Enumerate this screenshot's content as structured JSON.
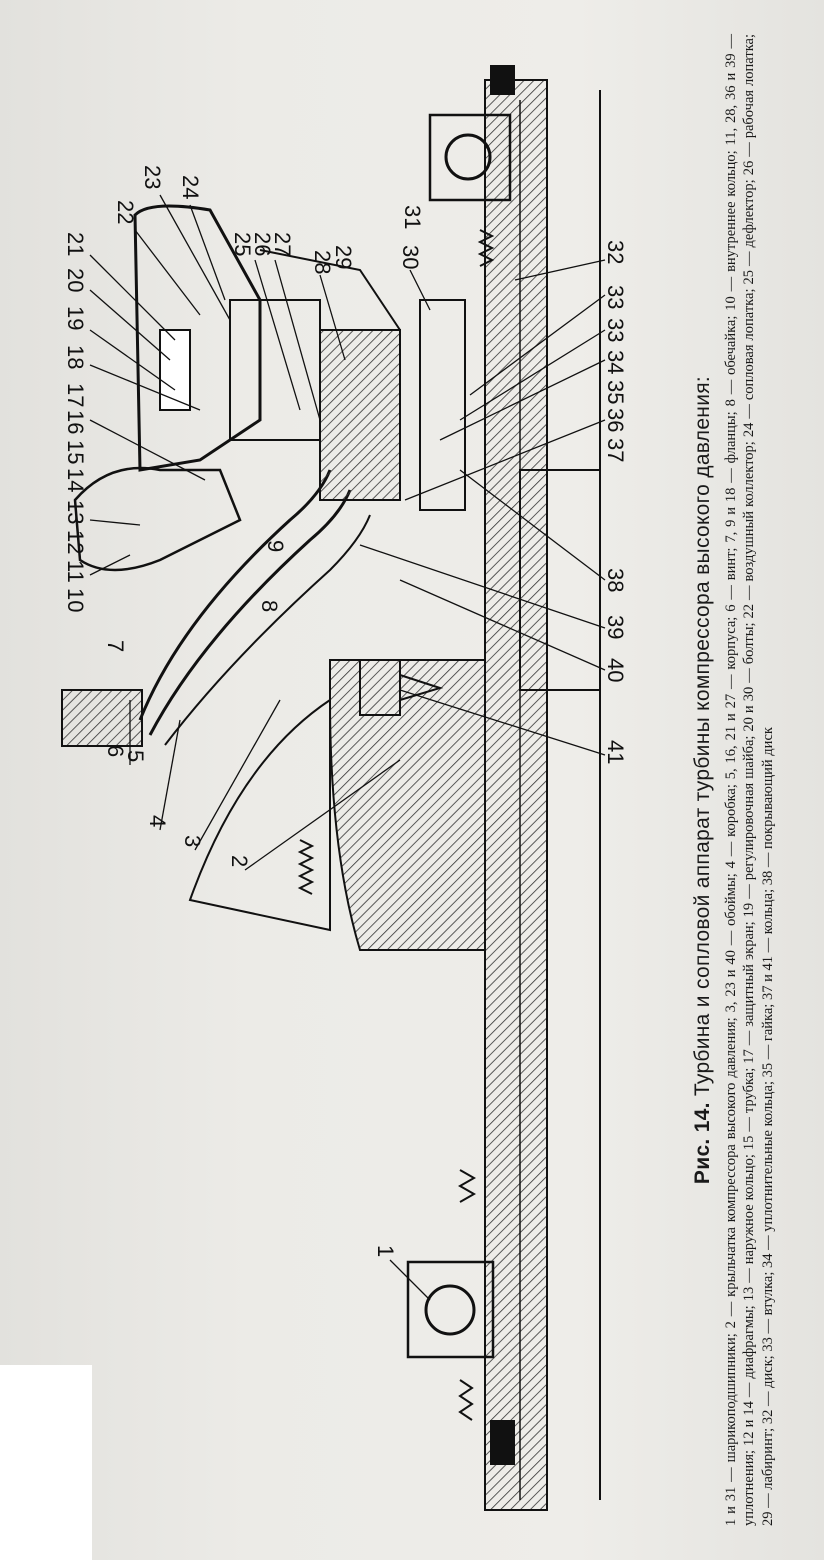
{
  "figure": {
    "number": "Рис. 14.",
    "title": "Турбина и сопловой аппарат турбины компрессора высокого давления:",
    "legend": "1 и 31 — шарикоподшипники; 2 — крыльчатка компрессора высокого давления; 3, 23 и 40 — обоймы; 4 — коробка; 5, 16, 21 и 27 — корпуса; 6 — винт; 7, 9 и 18 — фланцы; 8 — обечайка; 10 — внутреннее кольцо; 11, 28, 36 и 39 — уплотнения; 12 и 14 — диафрагмы; 13 — наружное кольцо; 15 — трубка; 17 — защитный экран; 19 — регулировочная шайба; 20 и 30 — болты; 22 — воздушный коллектор; 24 — сопловая лопатка; 25 — дефлектор; 26 — рабочая лопатка; 29 — лабиринт; 32 — диск; 33 — втулка; 34 — уплотнительные кольца; 35 — гайка; 37 и 41 — кольца; 38 — покрывающий диск",
    "callouts": {
      "top_row": [
        "22",
        "23",
        "24",
        "21",
        "20",
        "19",
        "18",
        "17",
        "16",
        "15",
        "14",
        "13",
        "25",
        "26",
        "27",
        "28",
        "29",
        "30",
        "31",
        "32",
        "33",
        "33",
        "34",
        "35",
        "36",
        "37"
      ],
      "middle_row": [
        "10",
        "11",
        "12",
        "9",
        "8",
        "38",
        "39",
        "40"
      ],
      "bottom_row": [
        "7",
        "6",
        "5",
        "4",
        "3",
        "2",
        "41",
        "1"
      ]
    }
  },
  "colors": {
    "ink": "#1a1a1a",
    "paper": "#ecebe7",
    "hatch": "#3a3a3a"
  }
}
